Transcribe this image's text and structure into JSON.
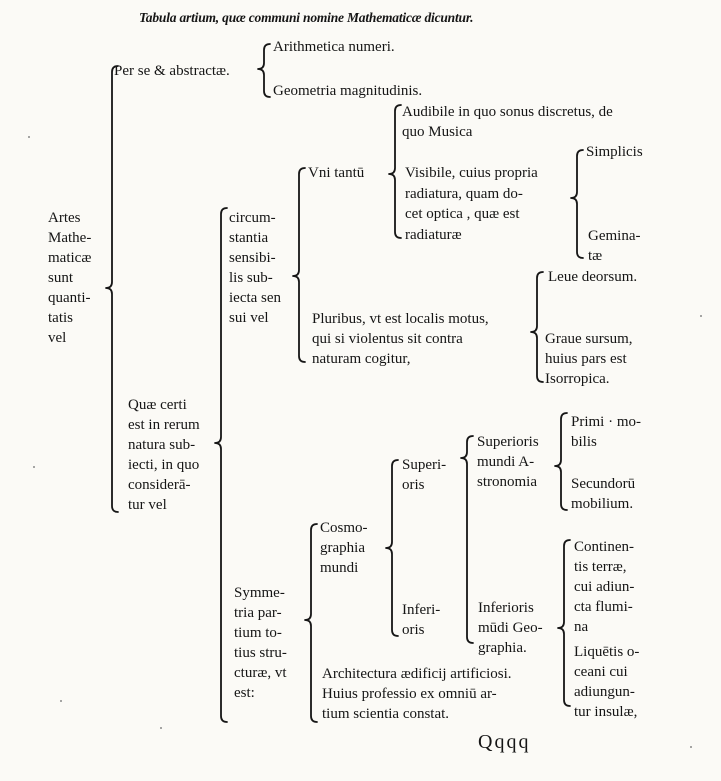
{
  "title": "Tabula artium, quæ communi nomine Mathematicæ dicuntur.",
  "signature": "Qqqq",
  "root": [
    "Artes",
    "Mathe-",
    "maticæ",
    "sunt",
    "quanti-",
    "tatis",
    "vel"
  ],
  "per_se": "Per se & abstractæ.",
  "arithmetica": "Arithmetica numeri.",
  "geometria": "Geometria magnitudinis.",
  "quae_certi": [
    "Quæ certi",
    "est in rerum",
    "natura sub-",
    "iecti, in quo",
    "considerā-",
    "tur vel"
  ],
  "circumstantia": [
    "circum-",
    "stantia",
    "sensibi-",
    "lis sub-",
    "iecta sen",
    "sui vel"
  ],
  "vni_tantu": "Vni tantū",
  "audibile": [
    "Audibile in quo sonus discretus, de",
    "quo Musica"
  ],
  "visibile": [
    "Visibile, cuius propria",
    "radiatura, quam do-",
    "cet optica , quæ est",
    "radiaturæ"
  ],
  "simplicis": "Simplicis",
  "geminatae": [
    "Gemina-",
    "tæ"
  ],
  "pluribus": [
    "Pluribus, vt est localis motus,",
    "qui si violentus sit contra",
    "naturam cogitur,"
  ],
  "leue": "Leue deorsum.",
  "graue": [
    "Graue sursum,",
    "huius pars est",
    "Isorropica."
  ],
  "symmetria": [
    "Symme-",
    "tria par-",
    "tium to-",
    "tius stru-",
    "cturæ, vt",
    "est:"
  ],
  "cosmographia": [
    "Cosmo-",
    "graphia",
    "mundi"
  ],
  "superioris": [
    "Superi-",
    "oris"
  ],
  "inferioris": [
    "Inferi-",
    "oris"
  ],
  "astronomia": [
    "Superioris",
    "mundi A-",
    "stronomia"
  ],
  "geographia": [
    "Inferioris",
    "mūdi Geo-",
    "graphia."
  ],
  "primi": [
    "Primi · mo-",
    "bilis"
  ],
  "secundoru": [
    "Secundorū",
    "mobilium."
  ],
  "continentis": [
    "Continen-",
    "tis terræ,",
    "cui adiun-",
    "cta flumi-",
    "na"
  ],
  "liquetis": [
    "Liquētis o-",
    "ceani cui",
    "adiungun-",
    "tur insulæ,"
  ],
  "architectura": [
    "Architectura ædificij artificiosi.",
    "Huius professio ex omniū ar-",
    "tium scientia constat."
  ]
}
